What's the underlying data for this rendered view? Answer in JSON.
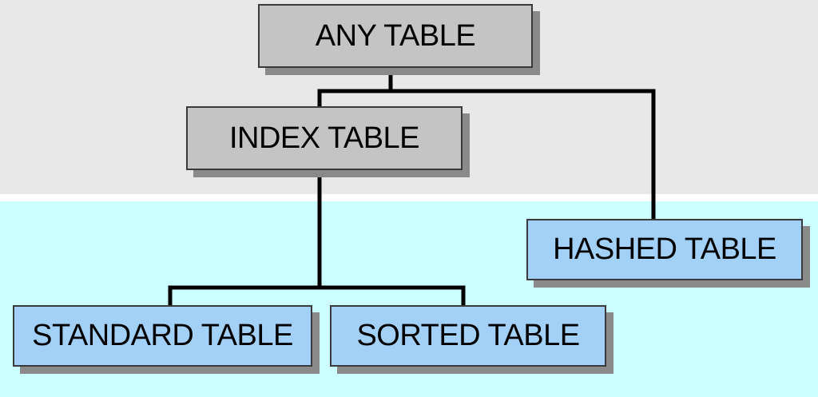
{
  "colors": {
    "upper_band": "#e8e8e8",
    "lower_band": "#ccffff",
    "abstract_node": "#c4c4c4",
    "concrete_node": "#a3d0f7",
    "connector": "#000000"
  },
  "nodes": {
    "any_table": "ANY TABLE",
    "index_table": "INDEX TABLE",
    "hashed_table": "HASHED TABLE",
    "standard_table": "STANDARD TABLE",
    "sorted_table": "SORTED TABLE"
  },
  "edges": [
    [
      "any_table",
      "index_table"
    ],
    [
      "any_table",
      "hashed_table"
    ],
    [
      "index_table",
      "standard_table"
    ],
    [
      "index_table",
      "sorted_table"
    ]
  ]
}
